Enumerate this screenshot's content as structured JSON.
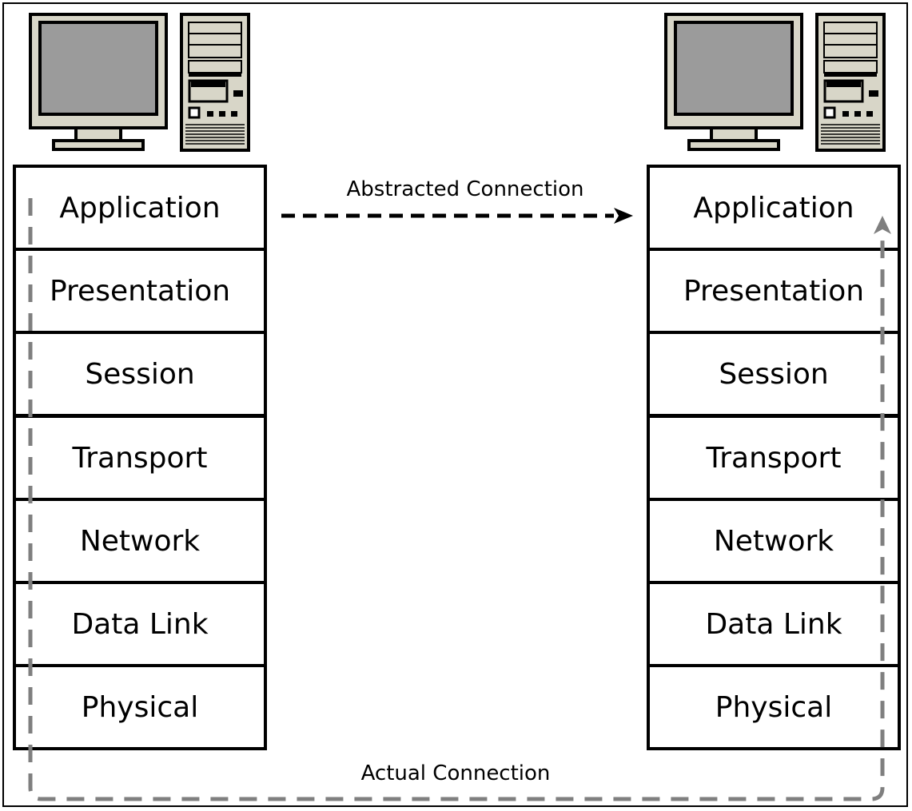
{
  "left_host": {
    "layers": [
      "Application",
      "Presentation",
      "Session",
      "Transport",
      "Network",
      "Data Link",
      "Physical"
    ]
  },
  "right_host": {
    "layers": [
      "Application",
      "Presentation",
      "Session",
      "Transport",
      "Network",
      "Data Link",
      "Physical"
    ]
  },
  "connections": {
    "abstracted": "Abstracted Connection",
    "actual": "Actual Connection"
  },
  "colors": {
    "outline": "#000000",
    "screen": "#9b9b9b",
    "casing": "#d8d6c8",
    "actual_path": "#7f7f7f"
  },
  "icons": {
    "computer": "desktop-computer-icon"
  }
}
